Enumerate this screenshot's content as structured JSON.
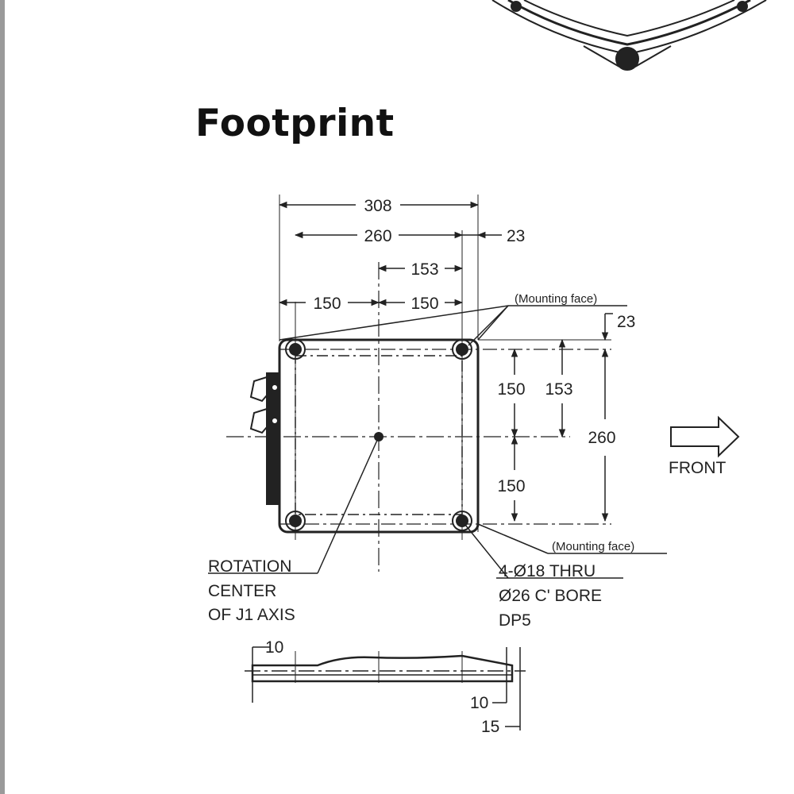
{
  "title": "Footprint",
  "dimensions": {
    "overall_width": "308",
    "hole_spacing_x": "260",
    "right_offset": "23",
    "center_offset": "153",
    "half_left": "150",
    "half_right": "150",
    "top_offset": "23",
    "half_top": "150",
    "center_offset_v": "153",
    "half_bottom": "150",
    "hole_spacing_y": "260",
    "side_thickness": "10",
    "side_depth_1": "10",
    "side_depth_2": "15"
  },
  "labels": {
    "mounting_face_top": "(Mounting face)",
    "mounting_face_bottom": "(Mounting face)",
    "front": "FRONT",
    "rotation_line1": "ROTATION",
    "rotation_line2": "CENTER",
    "rotation_line3": "OF J1 AXIS",
    "holes_line1": "4-Ø18 THRU",
    "holes_line2": "Ø26 C' BORE",
    "holes_line3": "DP5"
  },
  "colors": {
    "line": "#222222",
    "title": "#111111"
  }
}
